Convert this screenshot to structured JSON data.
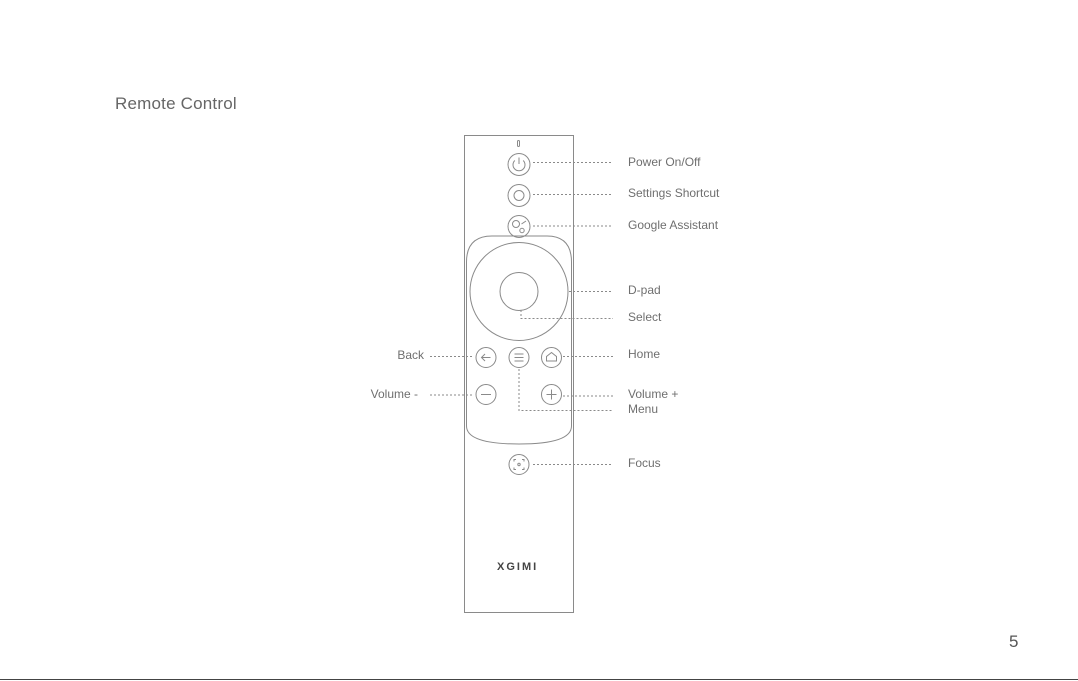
{
  "page": {
    "title": "Remote Control",
    "page_number": "5"
  },
  "remote": {
    "brand": "XGIMI"
  },
  "labels": {
    "power": "Power On/Off",
    "settings": "Settings Shortcut",
    "assistant": "Google Assistant",
    "dpad": "D-pad",
    "select": "Select",
    "home": "Home",
    "back": "Back",
    "volume_minus": "Volume -",
    "volume_plus": "Volume +",
    "menu": "Menu",
    "focus": "Focus"
  },
  "colors": {
    "stroke": "#8a8a8a",
    "text": "#6f6f6f"
  }
}
